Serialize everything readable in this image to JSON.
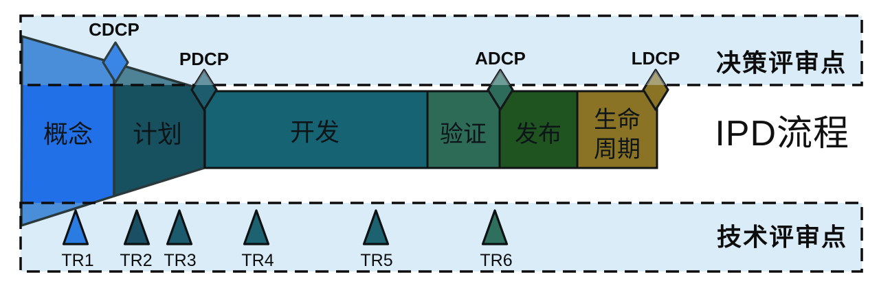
{
  "colors": {
    "band": "#daecf8",
    "concept": "#2170e8",
    "concept_light": "#4a8ed9",
    "plan": "#17505f",
    "plan_light": "#4d8394",
    "develop": "#166373",
    "verify": "#2d6b57",
    "release": "#1f5421",
    "lifecycle": "#8a7324",
    "cdcp_diamond": "#3a86e6",
    "pdcp_diamond": "#1d5c6d",
    "adcp_diamond": "#2d6b5a",
    "ldcp_diamond": "#8a7324",
    "tr1": "#2b7ce2",
    "tr2": "#1b4f63",
    "tr3": "#1c5b6d",
    "tr4": "#1d6270",
    "tr5": "#1d6270",
    "tr6": "#2e6f5d",
    "concept_text": "#ffffff",
    "plan_text": "#4e6f7d"
  },
  "lanes": {
    "decision": "决策评审点",
    "process": "IPD流程",
    "technical": "技术评审点"
  },
  "phases": [
    {
      "id": "concept",
      "label": "概念"
    },
    {
      "id": "plan",
      "label": "计划"
    },
    {
      "id": "develop",
      "label": "开发"
    },
    {
      "id": "verify",
      "label": "验证"
    },
    {
      "id": "release",
      "label": "发布"
    },
    {
      "id": "lifecycle",
      "label": "生命周期",
      "line1": "生命",
      "line2": "周期"
    }
  ],
  "decision_points": [
    {
      "label": "CDCP"
    },
    {
      "label": "PDCP"
    },
    {
      "label": "ADCP"
    },
    {
      "label": "LDCP"
    }
  ],
  "technical_reviews": [
    {
      "label": "TR1"
    },
    {
      "label": "TR2"
    },
    {
      "label": "TR3"
    },
    {
      "label": "TR4"
    },
    {
      "label": "TR5"
    },
    {
      "label": "TR6"
    }
  ]
}
